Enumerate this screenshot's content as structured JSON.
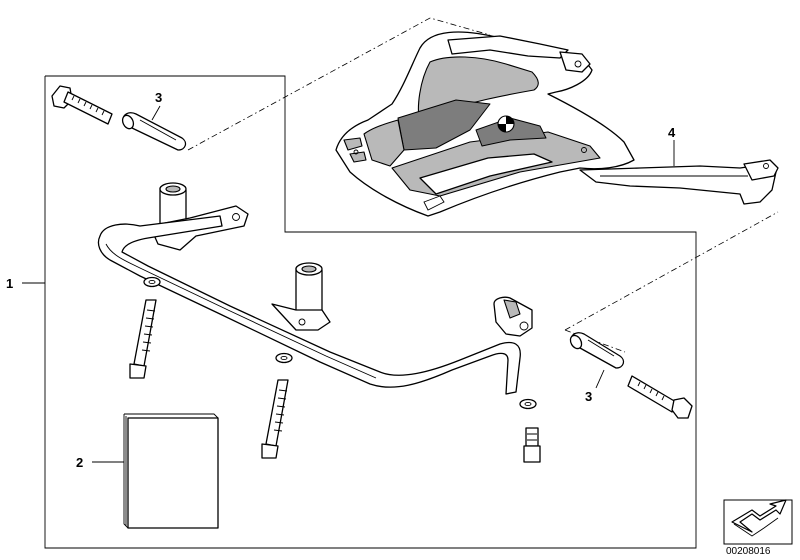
{
  "diagram": {
    "labels": {
      "part_1": "1",
      "part_2": "2",
      "part_3_upper": "3",
      "part_3_lower": "3",
      "part_4": "4"
    },
    "document_number": "00208016",
    "icons": [
      "parts-kit-frame",
      "top-case-carrier",
      "tube-bracket",
      "sleeve-with-bolt",
      "mounting-bolt",
      "washer",
      "instruction-leaflet",
      "bmw-roundel-icon",
      "catalog-arrow-icon"
    ]
  }
}
